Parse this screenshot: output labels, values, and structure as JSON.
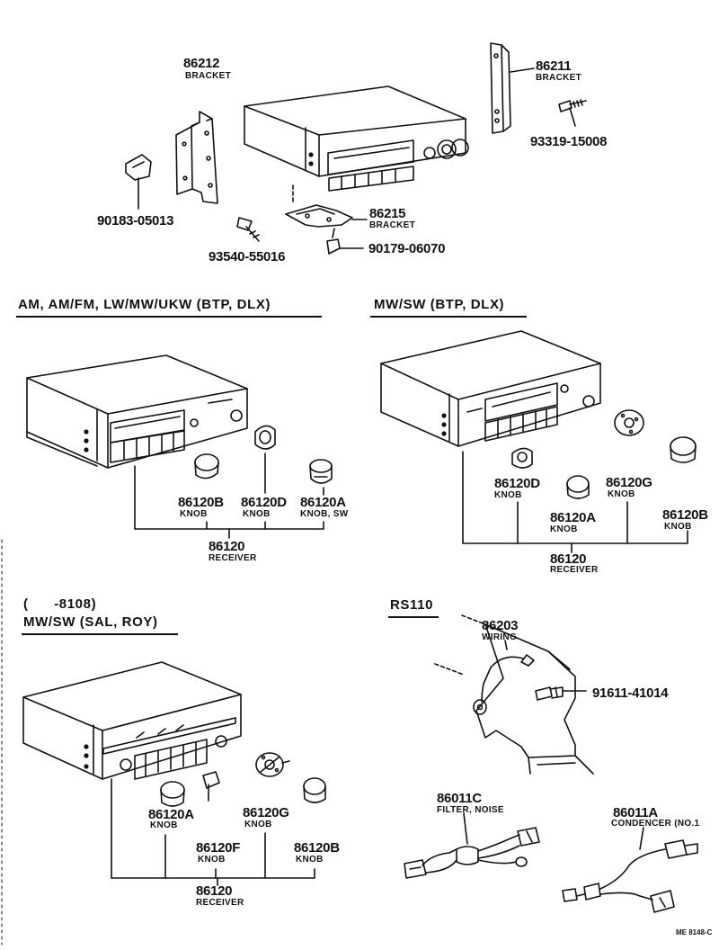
{
  "top": {
    "p86212": {
      "num": "86212",
      "name": "BRACKET"
    },
    "p86211": {
      "num": "86211",
      "name": "BRACKET"
    },
    "p93319": {
      "num": "93319-15008"
    },
    "p90183": {
      "num": "90183-05013"
    },
    "p86215": {
      "num": "86215",
      "name": "BRACKET"
    },
    "p93540": {
      "num": "93540-55016"
    },
    "p90179": {
      "num": "90179-06070"
    }
  },
  "sec1": {
    "title": "AM, AM/FM, LW/MW/UKW (BTP, DLX)",
    "k1": {
      "num": "86120B",
      "name": "KNOB"
    },
    "k2": {
      "num": "86120D",
      "name": "KNOB"
    },
    "k3": {
      "num": "86120A",
      "name": "KNOB, SW"
    },
    "recv": {
      "num": "86120",
      "name": "RECEIVER"
    }
  },
  "sec2": {
    "title": "MW/SW (BTP, DLX)",
    "k1": {
      "num": "86120D",
      "name": "KNOB"
    },
    "k2": {
      "num": "86120A",
      "name": "KNOB"
    },
    "k3": {
      "num": "86120G",
      "name": "KNOB"
    },
    "k4": {
      "num": "86120B",
      "name": "KNOB"
    },
    "recv": {
      "num": "86120",
      "name": "RECEIVER"
    }
  },
  "sec3": {
    "title1": "(      -8108)",
    "title2": "MW/SW (SAL, ROY)",
    "k1": {
      "num": "86120A",
      "name": "KNOB"
    },
    "k2": {
      "num": "86120F",
      "name": "KNOB"
    },
    "k3": {
      "num": "86120G",
      "name": "KNOB"
    },
    "k4": {
      "num": "86120B",
      "name": "KNOB"
    },
    "recv": {
      "num": "86120",
      "name": "RECEIVER"
    }
  },
  "sec4": {
    "title": "RS110",
    "wiring": {
      "num": "86203",
      "name": "WIRING"
    },
    "screw": {
      "num": "91611-41014"
    },
    "filter": {
      "num": "86011C",
      "name": "FILTER, NOISE"
    },
    "cond": {
      "num": "86011A",
      "name": "CONDENCER (NO.1"
    }
  },
  "code": "ME 8148-C"
}
